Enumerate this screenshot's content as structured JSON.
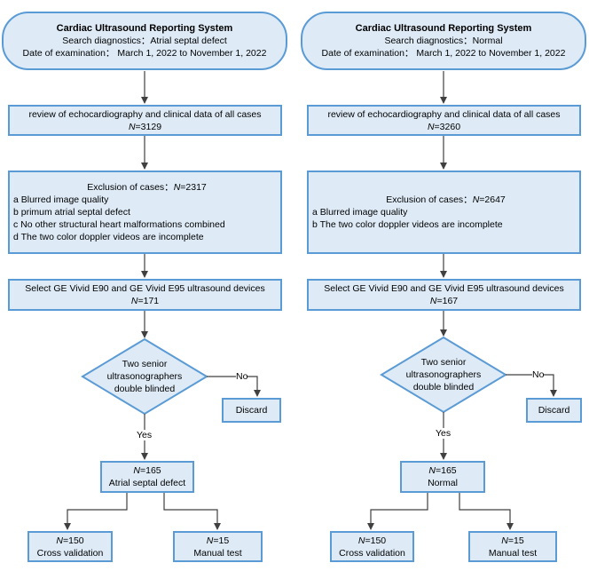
{
  "left": {
    "header": {
      "title": "Cardiac Ultrasound Reporting System",
      "search": "Search diagnostics：Atrial septal defect",
      "date": "Date of examination：  March 1, 2022 to November 1, 2022"
    },
    "review": {
      "text": "review of echocardiography and clinical data of all cases",
      "n": "=3129"
    },
    "exclusion": {
      "title_prefix": "Exclusion of cases：",
      "n": "=2317",
      "items": [
        "a Blurred image quality",
        "b primum atrial septal defect",
        "c No other structural heart malformations combined",
        "d The two color doppler videos are incomplete"
      ]
    },
    "select": {
      "text": "Select GE Vivid E90 and GE Vivid E95 ultrasound devices",
      "n": "=171"
    },
    "decision": {
      "line1": "Two senior",
      "line2": "ultrasonographers",
      "line3": "double blinded",
      "no": "No",
      "yes": "Yes"
    },
    "discard": "Discard",
    "result": {
      "n": "=165",
      "label": "Atrial septal defect"
    },
    "cv": {
      "n": "=150",
      "label": "Cross validation"
    },
    "mt": {
      "n": "=15",
      "label": "Manual test"
    }
  },
  "right": {
    "header": {
      "title": "Cardiac Ultrasound Reporting System",
      "search": "Search diagnostics：Normal",
      "date": "Date of examination：  March 1, 2022 to November 1, 2022"
    },
    "review": {
      "text": "review of echocardiography and clinical data of all cases",
      "n": "=3260"
    },
    "exclusion": {
      "title_prefix": "Exclusion of cases：",
      "n": "=2647",
      "items": [
        "a Blurred image quality",
        "b The two color doppler videos are incomplete"
      ]
    },
    "select": {
      "text": "Select GE Vivid E90 and GE Vivid E95 ultrasound devices",
      "n": "=167"
    },
    "decision": {
      "line1": "Two senior",
      "line2": "ultrasonographers",
      "line3": "double blinded",
      "no": "No",
      "yes": "Yes"
    },
    "discard": "Discard",
    "result": {
      "n": "=165",
      "label": "Normal"
    },
    "cv": {
      "n": "=150",
      "label": "Cross validation"
    },
    "mt": {
      "n": "=15",
      "label": "Manual test"
    }
  },
  "n_symbol": "N",
  "colors": {
    "fill": "#deebf7",
    "border": "#5b9bd5",
    "line": "#404040"
  }
}
